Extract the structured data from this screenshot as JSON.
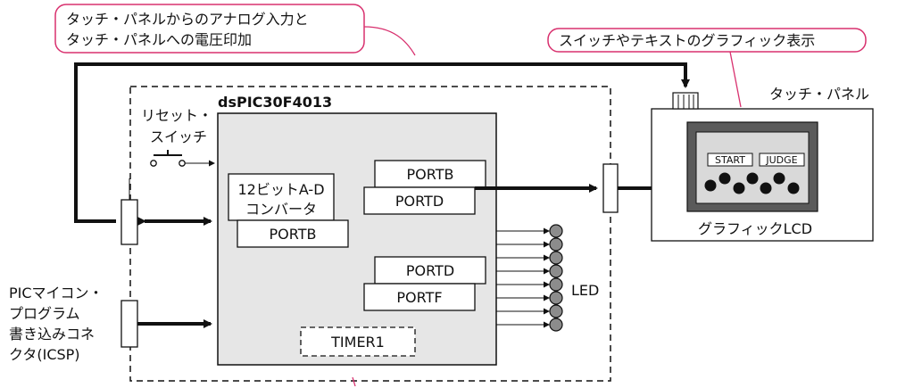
{
  "callouts": {
    "touch_io_line1": "タッチ・パネルからのアナログ入力と",
    "touch_io_line2": "タッチ・パネルへの電圧印加",
    "graphic_display": "スイッチやテキストのグラフィック表示"
  },
  "mcu": {
    "name": "dsPIC30F4013",
    "adc_line1": "12ビットA-D",
    "adc_line2": "コンバータ",
    "adc_port": "PORTB",
    "out_port_back": "PORTB",
    "out_port_front": "PORTD",
    "led_port_back": "PORTD",
    "led_port_front": "PORTF",
    "timer": "TIMER1"
  },
  "reset_switch": {
    "line1": "リセット・",
    "line2": "スイッチ"
  },
  "icsp": {
    "line1": "PICマイコン・",
    "line2": "プログラム",
    "line3": "書き込みコネ",
    "line4": "クタ(ICSP)"
  },
  "touch_panel": {
    "label": "タッチ・パネル",
    "lcd_label": "グラフィックLCD",
    "start_button": "START",
    "judge_button": "JUDGE"
  },
  "leds": {
    "label": "LED",
    "count": 8
  },
  "colors": {
    "callout_border": "#d8306e",
    "mcu_fill": "#e6e6e6",
    "led_fill": "#8c8c8c",
    "lcd_frame": "#5a5a5a",
    "lcd_screen": "#d9d9d9",
    "line": "#111111"
  }
}
